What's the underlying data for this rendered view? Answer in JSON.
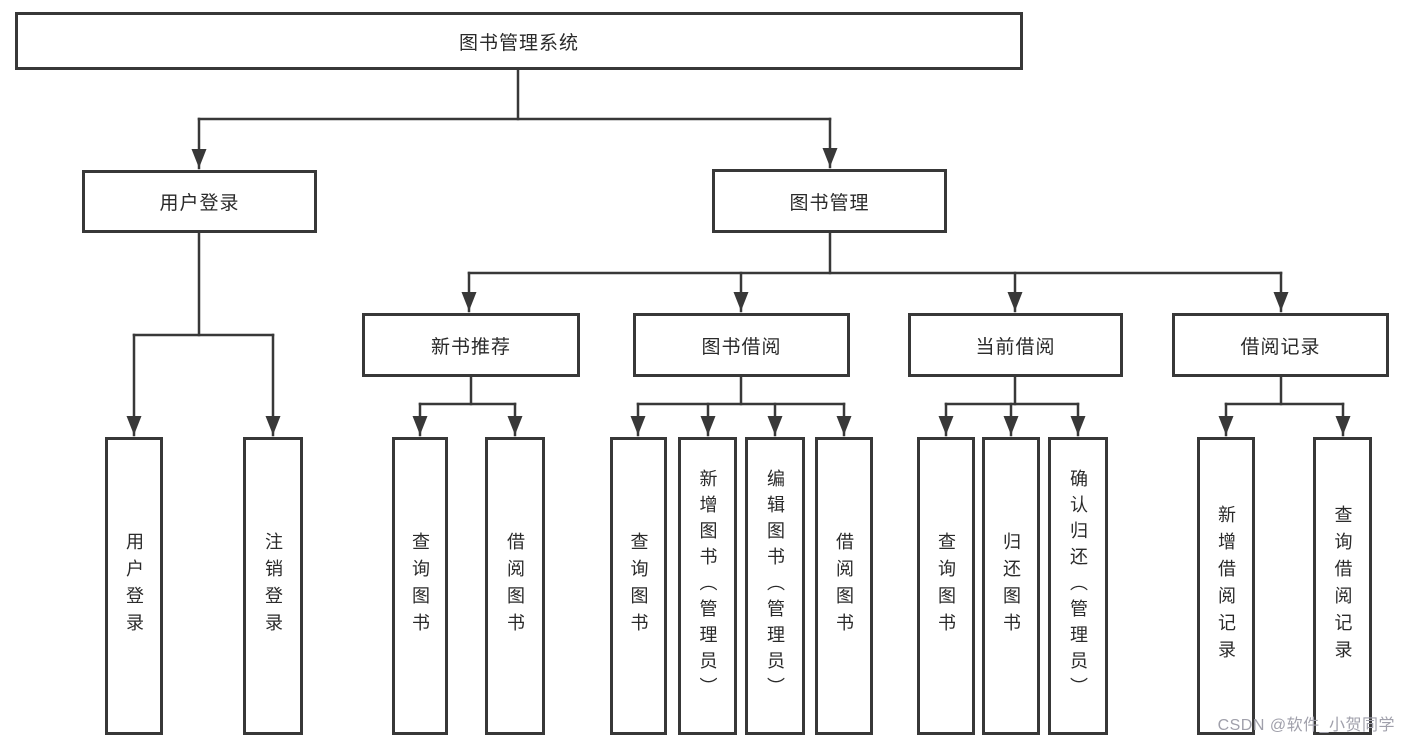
{
  "colors": {
    "line": "#383838",
    "text": "#2a2a2a",
    "background": "#ffffff",
    "watermark": "#a0a0ab"
  },
  "watermark": {
    "text": "CSDN @软件_小贺同学"
  },
  "nodes": {
    "root": "图书管理系统",
    "user_login": "用户登录",
    "book_management": "图书管理",
    "new_book_recommend": "新书推荐",
    "book_borrow": "图书借阅",
    "current_borrow": "当前借阅",
    "borrow_records": "借阅记录",
    "leaf_user_login": "用户登录",
    "leaf_logout": "注销登录",
    "leaf_nb_query_books": "查询图书",
    "leaf_nb_borrow_books": "借阅图书",
    "leaf_bb_query_books": "查询图书",
    "leaf_bb_add_books_admin": "新增图书（管理员）",
    "leaf_bb_edit_books_admin": "编辑图书（管理员）",
    "leaf_bb_borrow_books": "借阅图书",
    "leaf_cb_query_books": "查询图书",
    "leaf_cb_return_books": "归还图书",
    "leaf_cb_confirm_return_admin": "确认归还（管理员）",
    "leaf_br_add_record": "新增借阅记录",
    "leaf_br_query_record": "查询借阅记录"
  },
  "tree": {
    "label": "图书管理系统",
    "children": [
      {
        "label": "用户登录",
        "children": [
          {
            "label": "用户登录"
          },
          {
            "label": "注销登录"
          }
        ]
      },
      {
        "label": "图书管理",
        "children": [
          {
            "label": "新书推荐",
            "children": [
              {
                "label": "查询图书"
              },
              {
                "label": "借阅图书"
              }
            ]
          },
          {
            "label": "图书借阅",
            "children": [
              {
                "label": "查询图书"
              },
              {
                "label": "新增图书（管理员）"
              },
              {
                "label": "编辑图书（管理员）"
              },
              {
                "label": "借阅图书"
              }
            ]
          },
          {
            "label": "当前借阅",
            "children": [
              {
                "label": "查询图书"
              },
              {
                "label": "归还图书"
              },
              {
                "label": "确认归还（管理员）"
              }
            ]
          },
          {
            "label": "借阅记录",
            "children": [
              {
                "label": "新增借阅记录"
              },
              {
                "label": "查询借阅记录"
              }
            ]
          }
        ]
      }
    ]
  }
}
